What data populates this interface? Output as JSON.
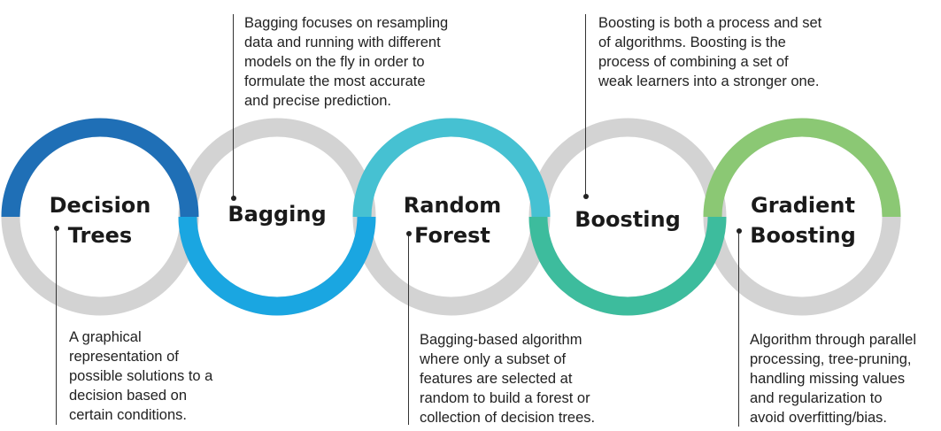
{
  "colors": {
    "ring_base": "#d3d3d3",
    "decision_trees": "#1f6fb6",
    "bagging": "#1aa6e1",
    "random_forest": "#46c1d2",
    "boosting": "#3dbc9d",
    "gradient_boosting": "#8bc874"
  },
  "methods": [
    {
      "key": "decision_trees",
      "title_lines": [
        "Decision",
        "Trees"
      ],
      "description_lines": [
        "A graphical",
        "representation of",
        "possible solutions to a",
        "decision based on",
        "certain conditions."
      ]
    },
    {
      "key": "bagging",
      "title_lines": [
        "Bagging"
      ],
      "description_lines": [
        "Bagging focuses on resampling",
        "data and running with different",
        "models on the fly in order to",
        "formulate the most accurate",
        "and precise prediction."
      ]
    },
    {
      "key": "random_forest",
      "title_lines": [
        "Random",
        "Forest"
      ],
      "description_lines": [
        "Bagging-based algorithm",
        "where only a subset of",
        "features are selected at",
        "random to build a forest or",
        "collection of decision trees."
      ]
    },
    {
      "key": "boosting",
      "title_lines": [
        "Boosting"
      ],
      "description_lines": [
        "Boosting is both a process and set",
        "of algorithms. Boosting is the",
        "process of combining a set of",
        "weak learners into a stronger one."
      ]
    },
    {
      "key": "gradient_boosting",
      "title_lines": [
        "Gradient",
        "Boosting"
      ],
      "description_lines": [
        "Algorithm through parallel",
        "processing, tree-pruning,",
        "handling missing values",
        "and regularization to",
        "avoid overfitting/bias."
      ]
    }
  ]
}
